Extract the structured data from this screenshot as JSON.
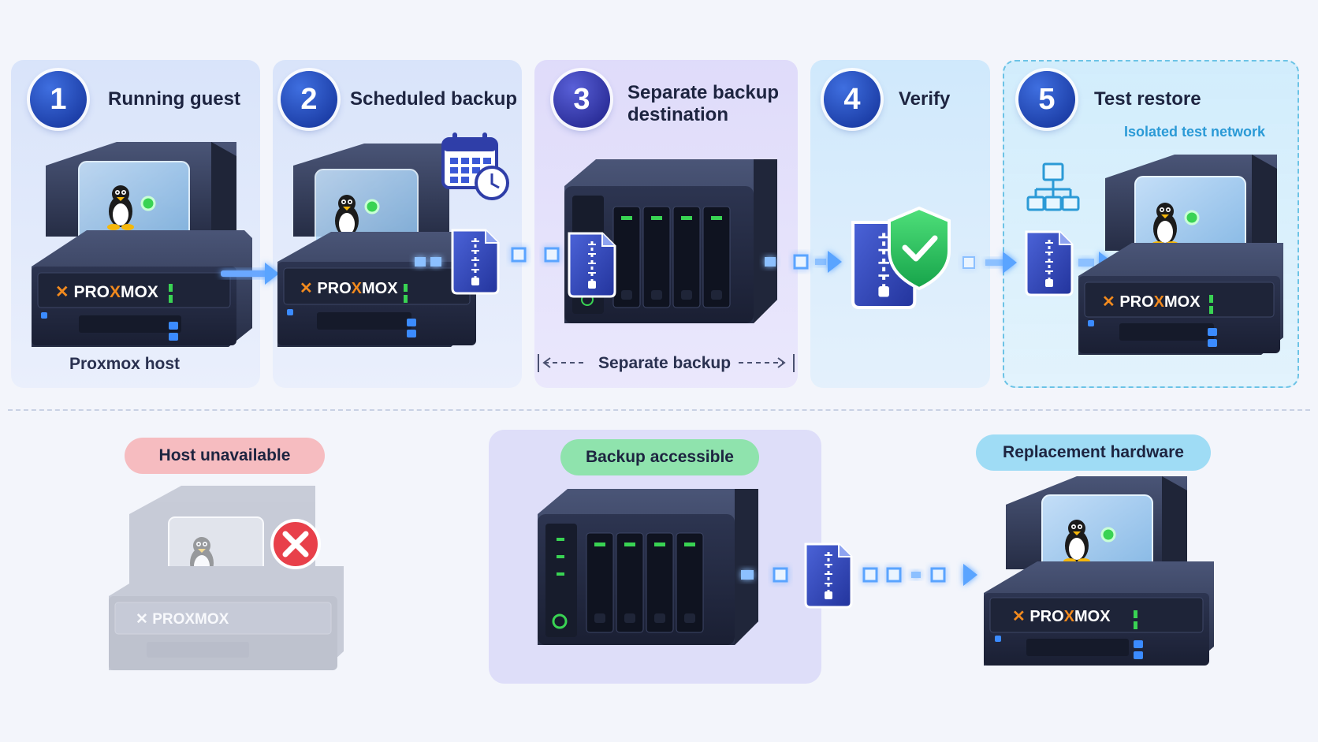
{
  "steps": [
    {
      "number": "1",
      "title": "Running guest",
      "caption": "Proxmox host"
    },
    {
      "number": "2",
      "title": "Scheduled backup"
    },
    {
      "number": "3",
      "title_line1": "Separate backup",
      "title_line2": "destination",
      "caption": "Separate backup"
    },
    {
      "number": "4",
      "title": "Verify"
    },
    {
      "number": "5",
      "title": "Test restore",
      "caption": "Isolated test network"
    }
  ],
  "server_brand": "PROXMOX",
  "recovery": {
    "host_status": "Host unavailable",
    "backup_status": "Backup accessible",
    "replacement": "Replacement hardware"
  },
  "icons": [
    "linux-penguin-icon",
    "calendar-clock-icon",
    "zip-archive-icon",
    "shield-check-icon",
    "network-tree-icon",
    "error-x-icon",
    "arrow-right-icon"
  ],
  "colors": {
    "step_circle": "#1d3fa8",
    "flow_arrow": "#3b8bff",
    "status_green": "#39d353",
    "error_red": "#e8404a",
    "pill_red": "#f6bcc0",
    "pill_green": "#8fe3ad",
    "pill_blue": "#9fdcf5"
  }
}
